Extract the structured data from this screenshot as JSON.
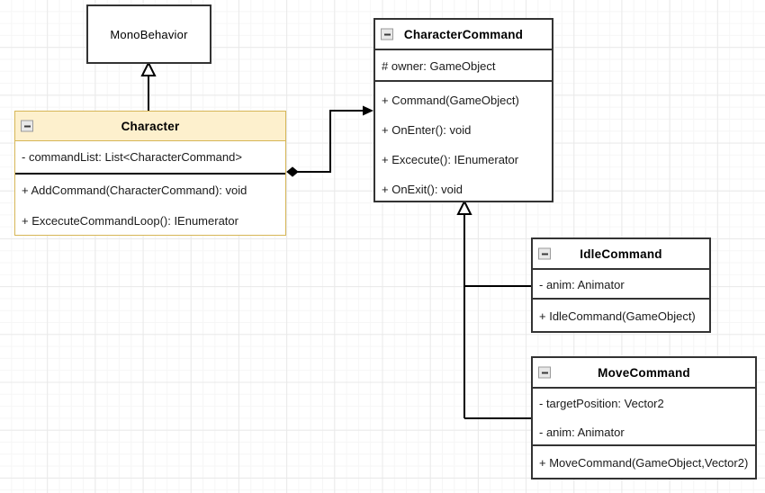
{
  "diagram": {
    "type": "uml-class-diagram",
    "background": "#ffffff",
    "grid_color_minor": "#f6f6f6",
    "grid_color_major": "#e9e9e9"
  },
  "classes": {
    "monobehavior": {
      "name": "MonoBehavior",
      "collapse_icon": "minus-icon",
      "attributes": [],
      "operations": []
    },
    "character": {
      "name": "Character",
      "collapse_icon": "minus-icon",
      "header_fill": "#fdf0cd",
      "border_color": "#d6b656",
      "attributes": [
        "- commandList: List<CharacterCommand>"
      ],
      "operations": [
        "+ AddCommand(CharacterCommand): void",
        "+ ExcecuteCommandLoop(): IEnumerator"
      ]
    },
    "charactercommand": {
      "name": "CharacterCommand",
      "collapse_icon": "minus-icon",
      "attributes": [
        "# owner: GameObject"
      ],
      "operations": [
        "+ Command(GameObject)",
        "+ OnEnter(): void",
        "+ Excecute(): IEnumerator",
        "+ OnExit(): void"
      ]
    },
    "idlecommand": {
      "name": "IdleCommand",
      "collapse_icon": "minus-icon",
      "attributes": [
        "- anim: Animator"
      ],
      "operations": [
        "+ IdleCommand(GameObject)"
      ]
    },
    "movecommand": {
      "name": "MoveCommand",
      "collapse_icon": "minus-icon",
      "attributes": [
        "- targetPosition: Vector2",
        "- anim: Animator"
      ],
      "operations": [
        "+ MoveCommand(GameObject,Vector2)"
      ]
    }
  },
  "relations": [
    {
      "kind": "generalization",
      "from": "Character",
      "to": "MonoBehavior",
      "marker": "hollow-triangle"
    },
    {
      "kind": "aggregation",
      "from": "Character",
      "to": "CharacterCommand",
      "marker": "filled-diamond-and-arrow"
    },
    {
      "kind": "generalization",
      "from": "IdleCommand",
      "to": "CharacterCommand",
      "marker": "hollow-triangle"
    },
    {
      "kind": "generalization",
      "from": "MoveCommand",
      "to": "CharacterCommand",
      "marker": "hollow-triangle"
    }
  ]
}
